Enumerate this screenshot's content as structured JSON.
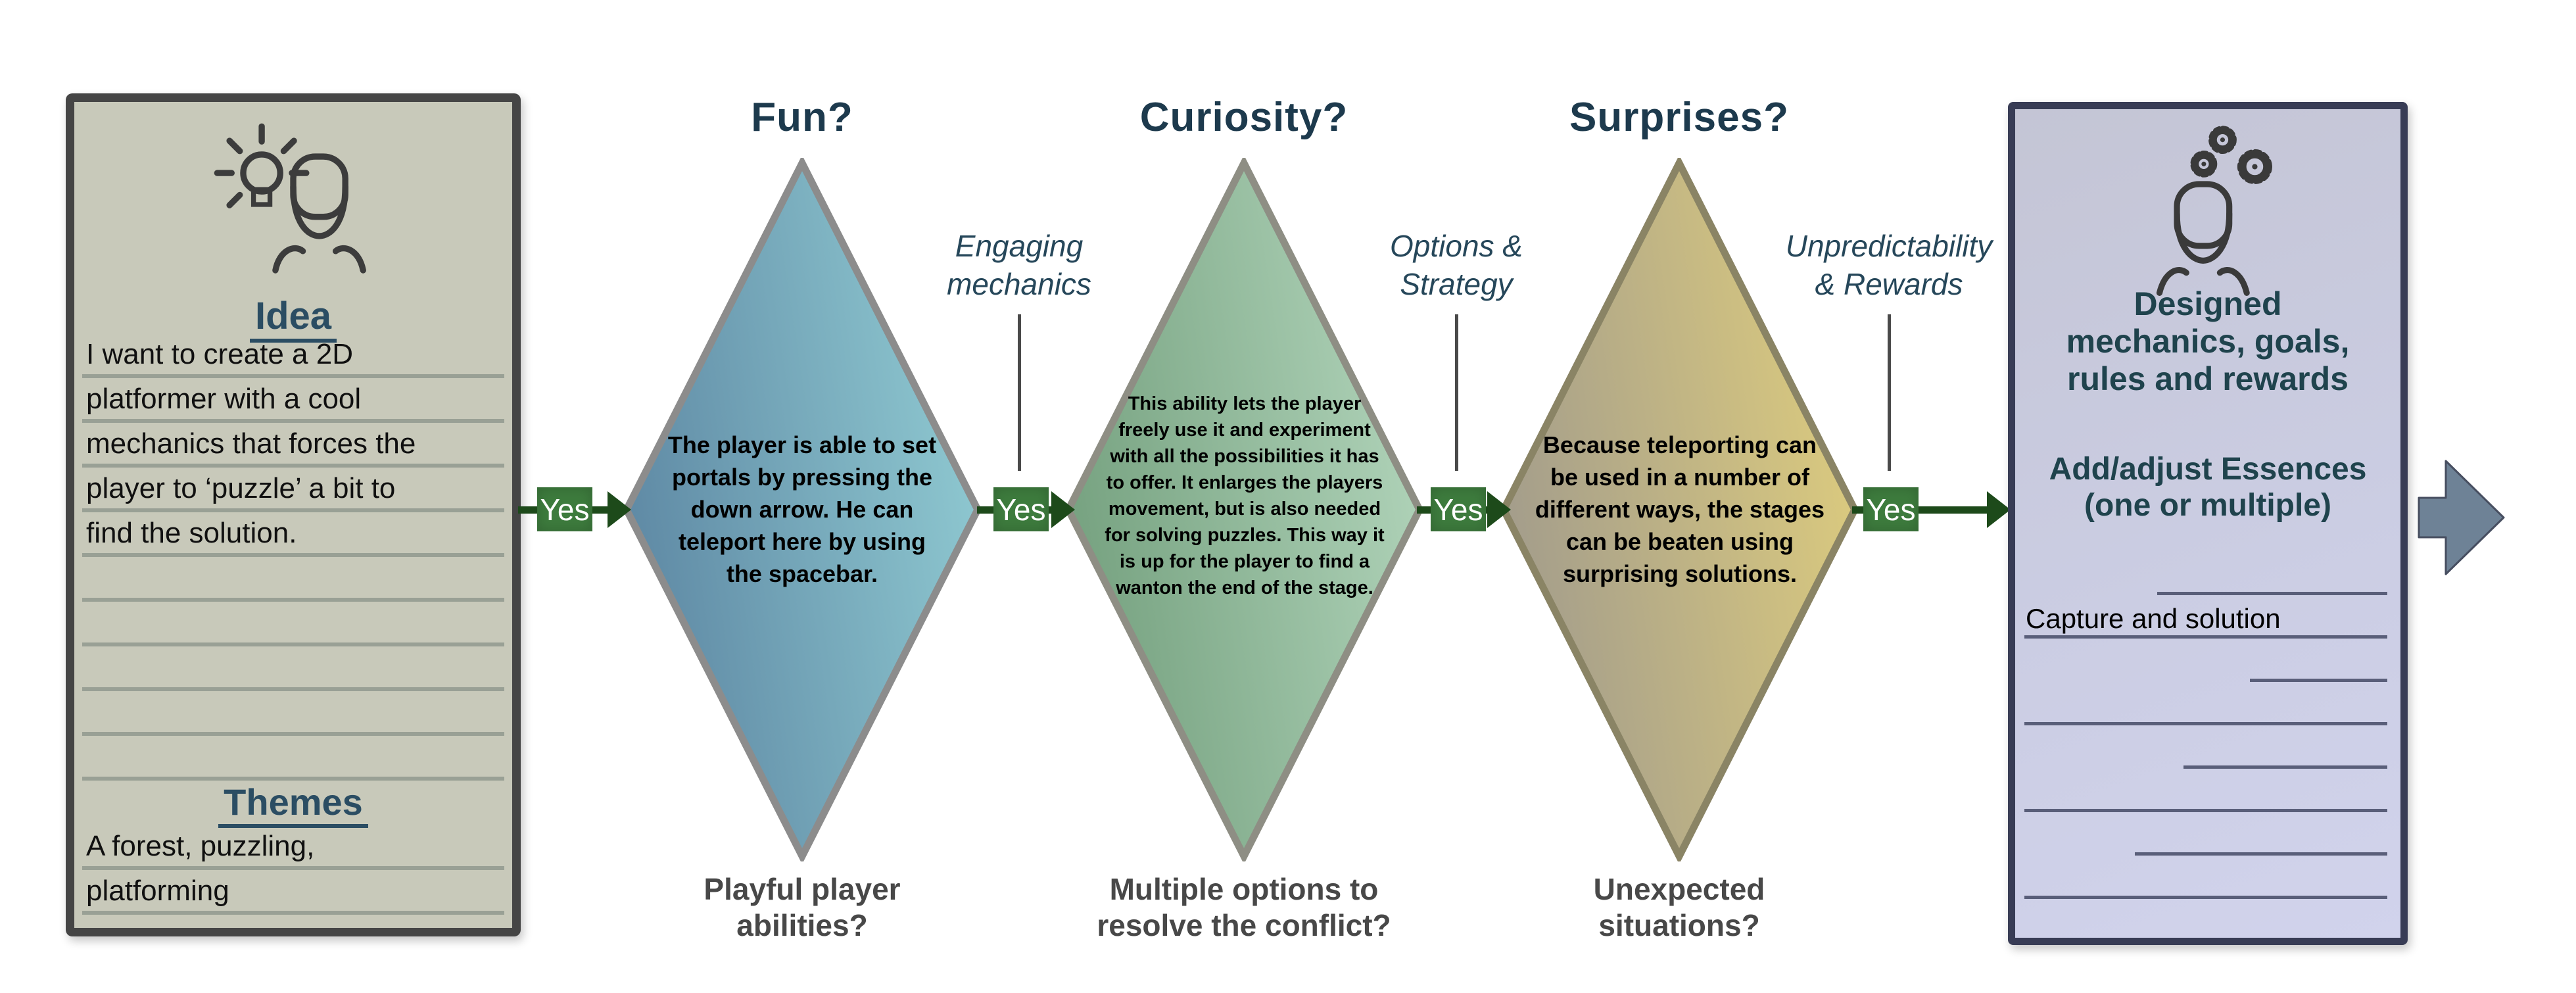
{
  "colors": {
    "idea_panel_bg": "#c8c9ba",
    "idea_panel_border": "#454545",
    "heading_teal": "#2b4d63",
    "question_navy": "#1d3a4d",
    "connector_label_navy": "#26475a",
    "yes_green": "#3d7b3d",
    "arrow_green": "#1d4a1a",
    "diamond1_gradient": [
      "#5d87a3",
      "#8fc9d1"
    ],
    "diamond2_gradient": [
      "#74a07e",
      "#b0d3b9"
    ],
    "diamond3_gradient": [
      "#a19b8c",
      "#dccb7e"
    ],
    "result_panel_bg": "#cbcde3",
    "result_panel_border": "#383c55",
    "result_heading_teal": "#1f434d",
    "final_arrow": "#6e8296"
  },
  "idea_panel": {
    "icon": "idea-lightbulb-person-icon",
    "heading": "Idea",
    "lines": [
      "I want to create a 2D",
      "platformer with a cool",
      "mechanics that forces the",
      "player to ‘puzzle’ a bit to",
      "find the solution.",
      "",
      "",
      "",
      "",
      ""
    ],
    "themes_heading": "Themes",
    "themes_lines": [
      "A forest, puzzling,",
      "platforming"
    ]
  },
  "flow": {
    "yes_label": "Yes",
    "diamonds": [
      {
        "question": "Fun?",
        "body": "The player is able to set portals by pressing the down arrow. He can teleport here by using the spacebar.",
        "bottom_label_lines": [
          "Playful player",
          "abilities?"
        ]
      },
      {
        "question": "Curiosity?",
        "body": "This ability lets the player freely use it and experiment with all the possibilities it has to offer. It enlarges the players movement, but is also needed for solving puzzles. This way it is up for the player to find a wanton the end of the stage.",
        "bottom_label_lines": [
          "Multiple options to",
          "resolve the conflict?"
        ]
      },
      {
        "question": "Surprises?",
        "body": "Because teleporting can be used in a number of different ways, the stages can be beaten using surprising solutions.",
        "bottom_label_lines": [
          "Unexpected",
          "situations?"
        ]
      }
    ],
    "connector_labels": [
      {
        "lines": [
          "Engaging",
          "mechanics"
        ]
      },
      {
        "lines": [
          "Options &",
          "Strategy"
        ]
      },
      {
        "lines": [
          "Unpredictability",
          "& Rewards"
        ]
      }
    ]
  },
  "result_panel": {
    "icon": "designer-person-gears-icon",
    "heading_lines": [
      "Designed",
      "mechanics, goals,",
      "rules and rewards"
    ],
    "subheading_lines": [
      "Add/adjust Essences",
      "(one or multiple)"
    ],
    "capture_label": "Capture and solution"
  }
}
